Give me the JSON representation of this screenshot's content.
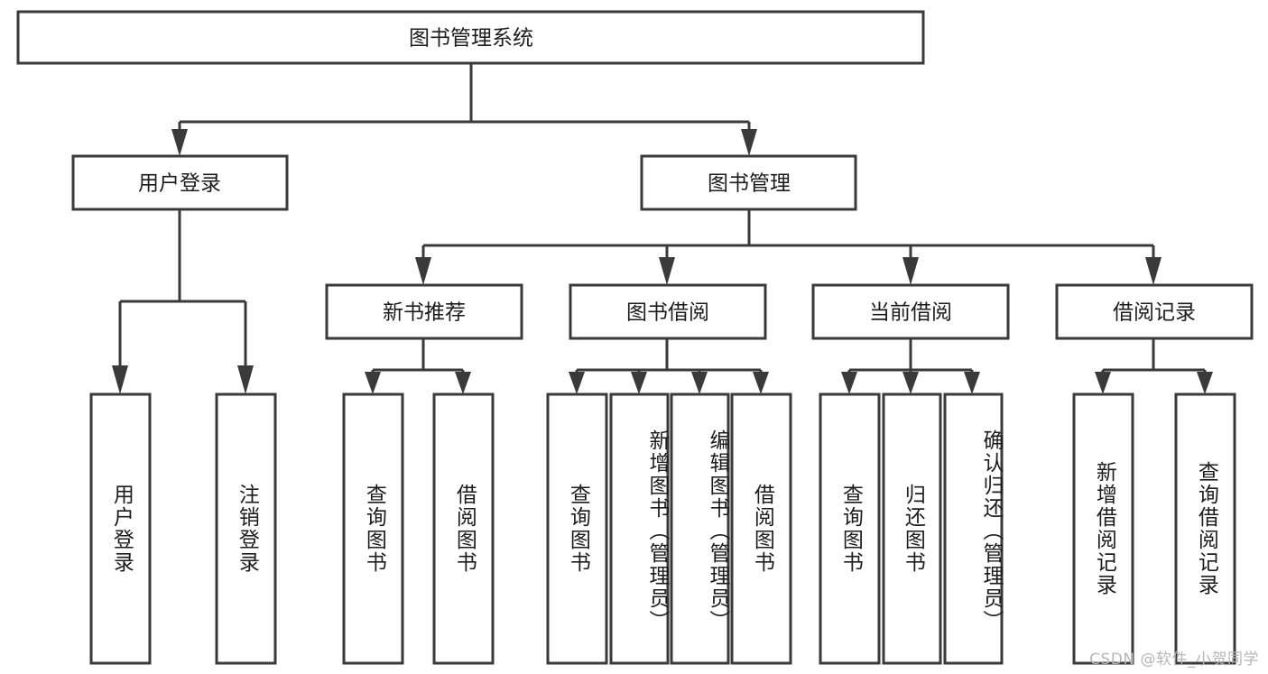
{
  "diagram": {
    "type": "tree-hierarchy",
    "title": "图书管理系统",
    "orientation": "top-down",
    "colors": {
      "stroke": "#3a3a3a",
      "fill": "#ffffff",
      "text": "#1c1c1c",
      "watermark": "#b6b6b6"
    },
    "levels": {
      "root": {
        "label": "图书管理系统"
      },
      "level2": [
        {
          "id": "user-login",
          "label": "用户登录"
        },
        {
          "id": "book-management",
          "label": "图书管理"
        }
      ],
      "level3": [
        {
          "id": "new-book-recommend",
          "label": "新书推荐",
          "parent": "book-management"
        },
        {
          "id": "book-borrow",
          "label": "图书借阅",
          "parent": "book-management"
        },
        {
          "id": "current-borrow",
          "label": "当前借阅",
          "parent": "book-management"
        },
        {
          "id": "borrow-record",
          "label": "借阅记录",
          "parent": "book-management"
        }
      ],
      "leaves": [
        {
          "id": "leaf-user-login",
          "label": "用户登录",
          "parent": "user-login"
        },
        {
          "id": "leaf-logout-login",
          "label": "注销登录",
          "parent": "user-login"
        },
        {
          "id": "leaf-query-book-1",
          "label": "查询图书",
          "parent": "new-book-recommend"
        },
        {
          "id": "leaf-borrow-book-1",
          "label": "借阅图书",
          "parent": "new-book-recommend"
        },
        {
          "id": "leaf-query-book-2",
          "label": "查询图书",
          "parent": "book-borrow"
        },
        {
          "id": "leaf-add-book",
          "label": "新增图书（管理员）",
          "parent": "book-borrow"
        },
        {
          "id": "leaf-edit-book",
          "label": "编辑图书（管理员）",
          "parent": "book-borrow"
        },
        {
          "id": "leaf-borrow-book-2",
          "label": "借阅图书",
          "parent": "book-borrow"
        },
        {
          "id": "leaf-query-book-3",
          "label": "查询图书",
          "parent": "current-borrow"
        },
        {
          "id": "leaf-return-book",
          "label": "归还图书",
          "parent": "current-borrow"
        },
        {
          "id": "leaf-confirm-return",
          "label": "确认归还（管理员）",
          "parent": "current-borrow"
        },
        {
          "id": "leaf-add-record",
          "label": "新增借阅记录",
          "parent": "borrow-record"
        },
        {
          "id": "leaf-query-record",
          "label": "查询借阅记录",
          "parent": "borrow-record"
        }
      ]
    }
  },
  "watermark": {
    "text": "CSDN @软件_小贺同学"
  }
}
